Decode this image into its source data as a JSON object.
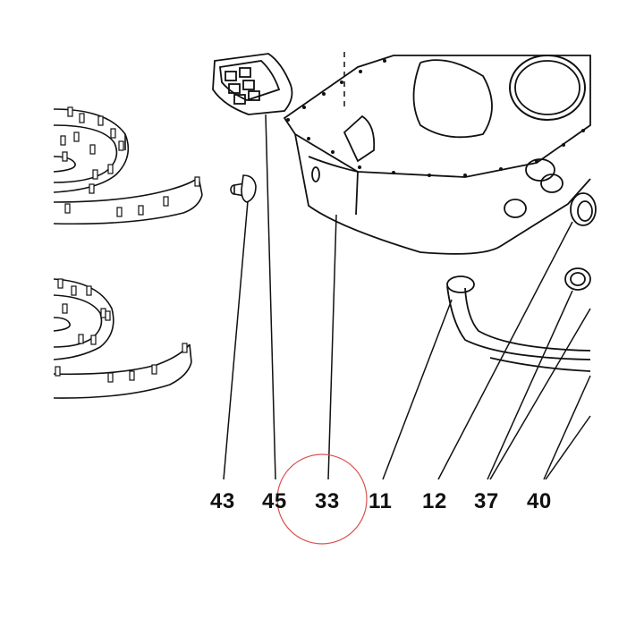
{
  "callouts": {
    "p43": "43",
    "p45": "45",
    "p33": "33",
    "p11": "11",
    "p12": "12",
    "p37": "37",
    "p40": "40"
  },
  "highlight": {
    "target": "33",
    "color": "#d9534f"
  },
  "colors": {
    "ink": "#111111",
    "background": "#ffffff"
  }
}
